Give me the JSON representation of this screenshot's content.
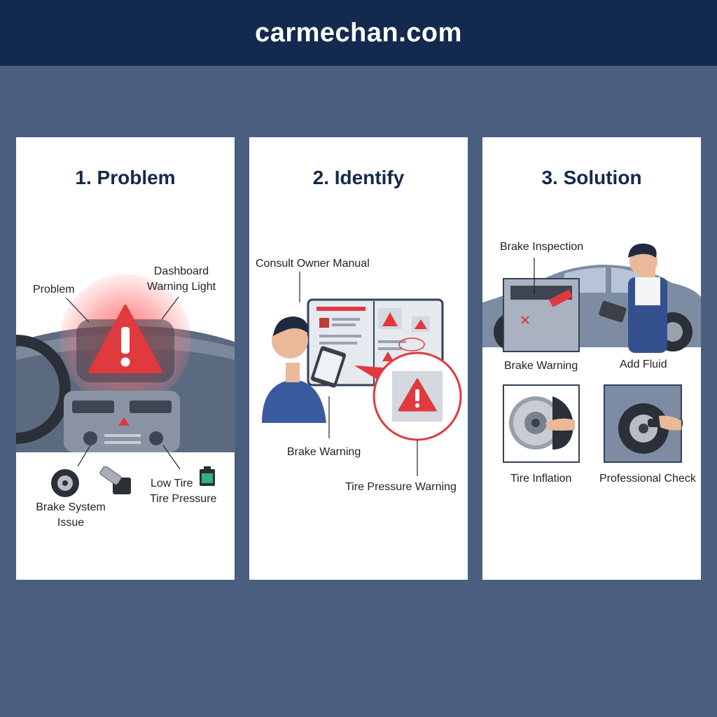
{
  "site": {
    "title": "carmechan.com"
  },
  "panels": [
    {
      "title": "1. Problem",
      "labels": {
        "problem": "Problem",
        "dashboard_line1": "Dashboard",
        "dashboard_line2": "Warning Light",
        "brake_line1": "Brake System",
        "brake_line2": "Issue",
        "low_tire": "Low Tire",
        "tire_pressure": "Tire Pressure"
      }
    },
    {
      "title": "2. Identify",
      "labels": {
        "consult": "Consult Owner Manual",
        "brake_warning": "Brake Warning",
        "tire_pressure_warning": "Tire Pressure Warning"
      }
    },
    {
      "title": "3. Solution",
      "labels": {
        "brake_inspection": "Brake Inspection",
        "brake_warning": "Brake Warning",
        "add_fluid": "Add Fluid",
        "tire_inflation": "Tire Inflation",
        "professional_check": "Professional Check"
      }
    }
  ],
  "colors": {
    "header_bg": "#13294d",
    "page_bg": "#4a5f80",
    "warning_red": "#e0393e",
    "title_navy": "#13294d"
  }
}
